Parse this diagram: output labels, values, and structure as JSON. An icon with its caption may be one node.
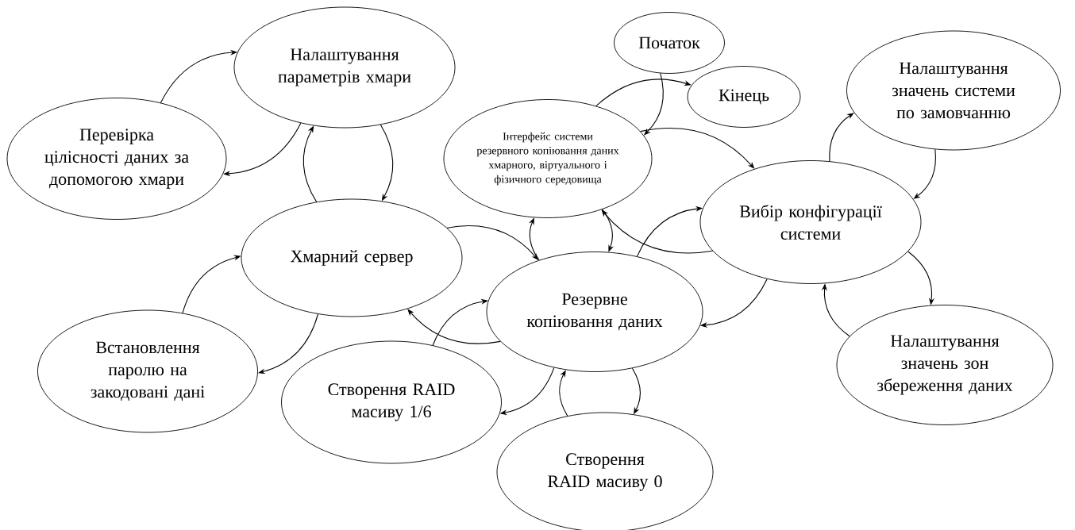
{
  "diagram": {
    "nodes": [
      {
        "text": [
          "Налаштування параметрів хмари"
        ]
      },
      {
        "text": [
          "Перевірка цілісності даних за допомогою хмари"
        ]
      },
      {
        "text": [
          "Початок"
        ]
      },
      {
        "text": [
          "Кінець"
        ]
      },
      {
        "text": [
          "Налаштування значень системи по замовчанню"
        ]
      },
      {
        "text": [
          "Інтерфейс системи резервного копіювання даних хмарного, віртуального і фізичного середовища"
        ]
      },
      {
        "text": [
          "Хмарний сервер"
        ]
      },
      {
        "text": [
          "Вибір конфігурації системи"
        ]
      },
      {
        "text": [
          "Резервне копіювання даних"
        ]
      },
      {
        "text": [
          "Встановлення паролю на закодовані дані"
        ]
      },
      {
        "text": [
          "Налаштування значень зон збереження даних"
        ]
      },
      {
        "text": [
          "Створення RAID масиву 1/6"
        ]
      },
      {
        "text": [
          "Створення RAID масиву 0"
        ]
      }
    ],
    "edges": [
      {
        "from": 1,
        "to": 0,
        "arrow": "to"
      },
      {
        "from": 0,
        "to": 1,
        "arrow": "to"
      },
      {
        "from": 6,
        "to": 0,
        "arrow": "to"
      },
      {
        "from": 0,
        "to": 6,
        "arrow": "to"
      },
      {
        "from": 2,
        "to": 5,
        "arrow": "to"
      },
      {
        "from": 5,
        "to": 3,
        "arrow": "to"
      },
      {
        "from": 5,
        "to": 7,
        "arrow": "to"
      },
      {
        "from": 7,
        "to": 5,
        "arrow": "to"
      },
      {
        "from": 7,
        "to": 4,
        "arrow": "to"
      },
      {
        "from": 4,
        "to": 7,
        "arrow": "to"
      },
      {
        "from": 8,
        "to": 5,
        "arrow": "to"
      },
      {
        "from": 5,
        "to": 8,
        "arrow": "to"
      },
      {
        "from": 6,
        "to": 8,
        "arrow": "to"
      },
      {
        "from": 8,
        "to": 6,
        "arrow": "to"
      },
      {
        "from": 9,
        "to": 6,
        "arrow": "to"
      },
      {
        "from": 6,
        "to": 9,
        "arrow": "to"
      },
      {
        "from": 8,
        "to": 7,
        "arrow": "to"
      },
      {
        "from": 7,
        "to": 8,
        "arrow": "to"
      },
      {
        "from": 7,
        "to": 10,
        "arrow": "to"
      },
      {
        "from": 10,
        "to": 7,
        "arrow": "to"
      },
      {
        "from": 11,
        "to": 8,
        "arrow": "to"
      },
      {
        "from": 8,
        "to": 11,
        "arrow": "to"
      },
      {
        "from": 12,
        "to": 8,
        "arrow": "to"
      },
      {
        "from": 8,
        "to": 12,
        "arrow": "to"
      }
    ]
  }
}
